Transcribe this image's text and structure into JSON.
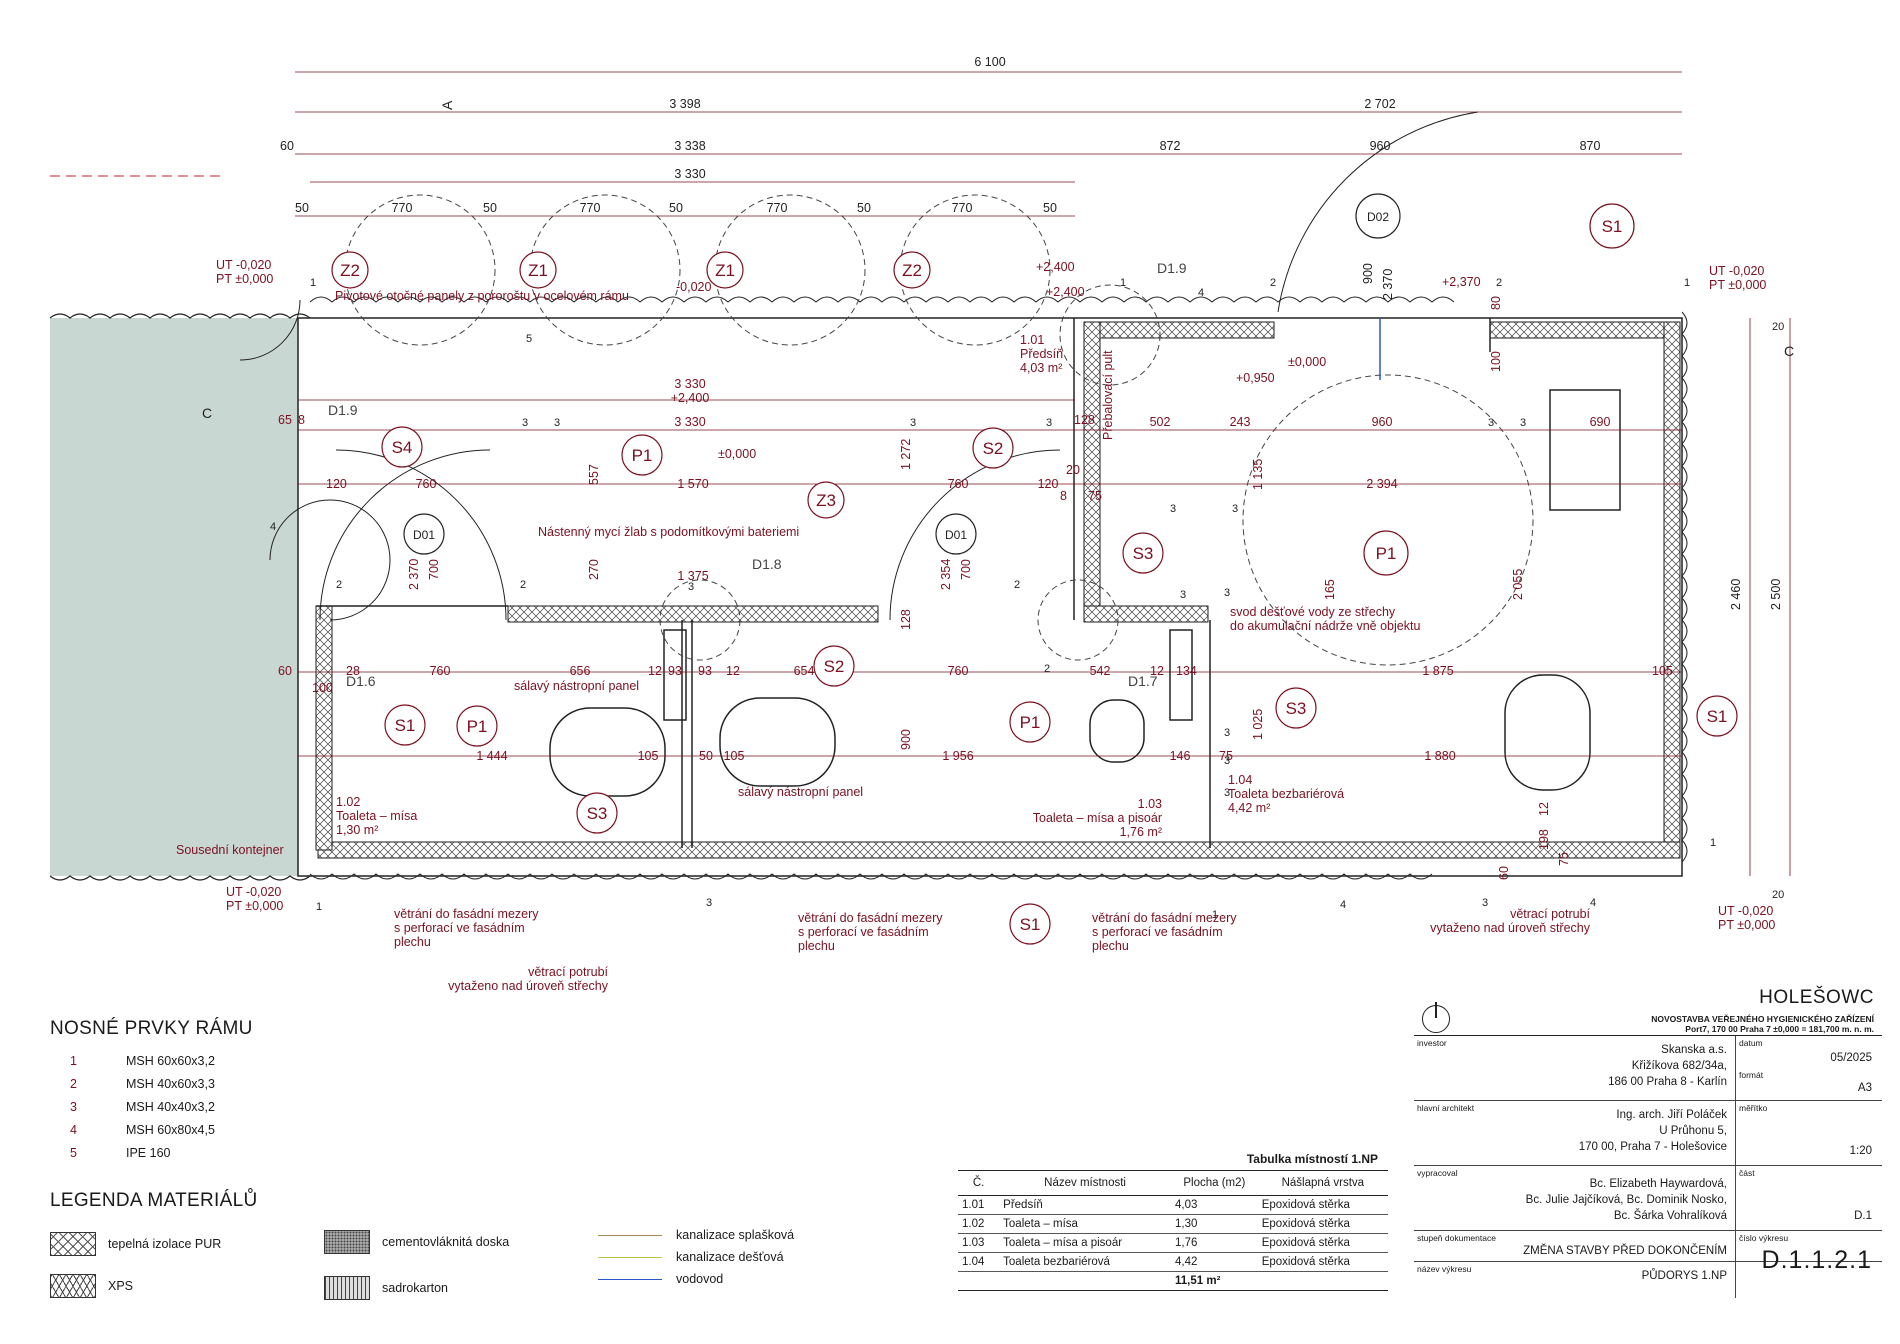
{
  "dimensions": {
    "overall": "6 100",
    "top_left": "3 398",
    "top_right": "2 702",
    "sixty": "60",
    "row2": [
      "3 338",
      "872",
      "960",
      "870"
    ],
    "row3": "3 330",
    "row4": [
      "50",
      "770",
      "50",
      "770",
      "50",
      "770",
      "50",
      "770",
      "50"
    ],
    "right_side": [
      "20",
      "2 460",
      "2 500",
      "20"
    ],
    "door_d02": [
      "900",
      "2 370"
    ],
    "inner": {
      "d_3330_a": "3 330",
      "d_2400": "+2,400",
      "d_3330_b": "3 330",
      "d_120a": "120",
      "d_760a": "760",
      "d_1570": "1 570",
      "d_760b": "760",
      "d_120b": "120",
      "d_557": "557",
      "d_1272": "1 272",
      "d_270": "270",
      "d_1375": "1 375",
      "d_700a": "700",
      "d_2370a": "2 370",
      "d_700b": "700",
      "d_2354": "2 354",
      "d_60": "60",
      "d_28": "28",
      "d_760c": "760",
      "d_656": "656",
      "d_12a": "12",
      "d_93a": "93",
      "d_93b": "93",
      "d_12b": "12",
      "d_654": "654",
      "d_760d": "760",
      "d_542": "542",
      "d_12c": "12",
      "d_134": "134",
      "d_100": "100",
      "d_1444": "1 444",
      "d_105a": "105",
      "d_50a": "50",
      "d_105b": "105",
      "d_1956": "1 956",
      "d_146": "146",
      "d_75": "75",
      "d_1880": "1 880",
      "d_105c": "105",
      "d_900": "900",
      "d_128a": "128",
      "d_502": "502",
      "d_243": "243",
      "d_960": "960",
      "d_690": "690",
      "d_2394": "2 394",
      "d_1135": "1 135",
      "d_165": "165",
      "d_2055": "2 055",
      "d_1025": "1 025",
      "d_1875": "1 875",
      "d_100b": "100",
      "d_80": "80",
      "d_128b": "128",
      "d_65": "65",
      "d_8": "8",
      "d_20": "20",
      "d_8b": "8",
      "d_75b": "75",
      "d_198": "198",
      "d_12d": "12",
      "d_60b": "60",
      "d_75c": "75"
    }
  },
  "heights": {
    "ut_tl": "UT -0,020",
    "pt_tl": "PT ±0,000",
    "ut_tr": "UT -0,020",
    "pt_tr": "PT ±0,000",
    "ut_bl": "UT -0,020",
    "pt_bl": "PT ±0,000",
    "ut_br": "UT -0,020",
    "pt_br": "PT ±0,000",
    "h_m020": "-0,020",
    "h_2400a": "+2,400",
    "h_2400b": "+2,400",
    "h_2370": "+2,370",
    "h_000a": "±0,000",
    "h_000b": "±0,000",
    "h_950": "+0,950"
  },
  "tags": {
    "Z2a": "Z2",
    "Z1a": "Z1",
    "Z1b": "Z1",
    "Z2b": "Z2",
    "Z3": "Z3",
    "S1a": "S1",
    "S1b": "S1",
    "S1c": "S1",
    "S1d": "S1",
    "S2a": "S2",
    "S2b": "S2",
    "S3a": "S3",
    "S3b": "S3",
    "S3c": "S3",
    "S4": "S4",
    "P1a": "P1",
    "P1b": "P1",
    "P1c": "P1",
    "P1d": "P1",
    "D01a": "D01",
    "D01b": "D01",
    "D02": "D02",
    "D19a": "D1.9",
    "D19b": "D1.9",
    "D18": "D1.8",
    "D16": "D1.6",
    "D17": "D1.7",
    "A": "A",
    "Ca": "C",
    "Cb": "C"
  },
  "frame_numbers": [
    "1",
    "1",
    "1",
    "1",
    "1",
    "1",
    "2",
    "2",
    "2",
    "2",
    "2",
    "2",
    "3",
    "3",
    "3",
    "3",
    "3",
    "3",
    "3",
    "3",
    "3",
    "3",
    "3",
    "3",
    "3",
    "3",
    "3",
    "3",
    "4",
    "4",
    "4",
    "4",
    "5"
  ],
  "notes": {
    "pivot": "Pivotové otočné panely z pororoštu v ocelovém rámu",
    "sink": "Nástenný mycí žlab s podomítkovými bateriemi",
    "panel1": "sálavý nástropní panel",
    "panel2": "sálavý nástropní panel",
    "counter": "Přebalovací pult",
    "drain1": "svod dešťové vody ze střechy",
    "drain2": "do akumulační nádrže vně objektu",
    "neighbor": "Sousední kontejner",
    "vent1a": "větrání do fasádní mezery",
    "vent1b": "s perforací ve fasádním",
    "vent1c": "plechu",
    "vent2a": "větrání do fasádní mezery",
    "vent2b": "s perforací ve fasádním",
    "vent2c": "plechu",
    "vent3a": "větrání do fasádní mezery",
    "vent3b": "s perforací ve fasádním",
    "vent3c": "plechu",
    "pipe1a": "větrací potrubí",
    "pipe1b": "vytaženo nad úroveň střechy",
    "pipe2a": "větrací potrubí",
    "pipe2b": "vytaženo nad úroveň střechy"
  },
  "rooms_plan": {
    "r101_no": "1.01",
    "r101_name": "Předsíň",
    "r101_area": "4,03 m²",
    "r102_no": "1.02",
    "r102_name": "Toaleta – mísa",
    "r102_area": "1,30 m²",
    "r103_no": "1.03",
    "r103_name": "Toaleta – mísa a pisoár",
    "r103_area": "1,76 m²",
    "r104_no": "1.04",
    "r104_name": "Toaleta bezbariérová",
    "r104_area": "4,42 m²"
  },
  "frame_legend": {
    "title": "NOSNÉ PRVKY RÁMU",
    "items": [
      {
        "n": "1",
        "label": "MSH 60x60x3,2"
      },
      {
        "n": "2",
        "label": "MSH 40x60x3,3"
      },
      {
        "n": "3",
        "label": "MSH 40x40x3,2"
      },
      {
        "n": "4",
        "label": "MSH 60x80x4,5"
      },
      {
        "n": "5",
        "label": "IPE 160"
      }
    ]
  },
  "material_legend": {
    "title": "LEGENDA MATERIÁLŮ",
    "pur": "tepelná izolace PUR",
    "xps": "XPS",
    "cement": "cementovláknitá doska",
    "sdk": "sadrokarton",
    "sewer": "kanalizace splašková",
    "rain": "kanalizace dešťová",
    "water": "vodovod",
    "colors": {
      "sewer": "#a88a4a",
      "rain": "#b9c34a",
      "water": "#2b55c9"
    }
  },
  "room_table": {
    "caption": "Tabulka místností 1.NP",
    "headers": [
      "Č.",
      "Název místnosti",
      "Plocha (m2)",
      "Nášlapná vrstva"
    ],
    "rows": [
      [
        "1.01",
        "Předsíň",
        "4,03",
        "Epoxidová stěrka"
      ],
      [
        "1.02",
        "Toaleta – mísa",
        "1,30",
        "Epoxidová stěrka"
      ],
      [
        "1.03",
        "Toaleta – mísa a pisoár",
        "1,76",
        "Epoxidová stěrka"
      ],
      [
        "1.04",
        "Toaleta bezbariérová",
        "4,42",
        "Epoxidová stěrka"
      ]
    ],
    "total": "11,51 m²"
  },
  "title_block": {
    "name": "HOLEŠOWC",
    "sub1": "NOVOSTAVBA VEŘEJNÉHO HYGIENICKÉHO ZAŘÍZENÍ",
    "sub2": "Port7, 170 00 Praha 7        ±0,000 = 181,700 m. n. m.",
    "investor_label": "investor",
    "investor": [
      "Skanska a.s.",
      "Křižíkova 682/34a,",
      "186 00 Praha 8 - Karlín"
    ],
    "date_label": "datum",
    "date": "05/2025",
    "format_label": "formát",
    "format": "A3",
    "architect_label": "hlavní architekt",
    "architect": [
      "Ing. arch. Jiří Poláček",
      "U Průhonu 5,",
      "170 00, Praha 7 - Holešovice"
    ],
    "scale_label": "měřítko",
    "scale": "1:20",
    "authors_label": "vypracoval",
    "authors": [
      "Bc. Elizabeth Haywardová,",
      "Bc. Julie Jajčíková, Bc. Dominik Nosko,",
      "Bc. Šárka Vohralíková"
    ],
    "part_label": "část",
    "part": "D.1",
    "stage_label": "stupeň dokumentace",
    "stage": "ZMĚNA STAVBY PŘED DOKONČENÍM",
    "drawing_label": "název výkresu",
    "drawing": "PŮDORYS 1.NP",
    "number_label": "číslo výkresu",
    "number": "D.1.1.2.1"
  },
  "colors": {
    "line": "#7a1020",
    "wall": "#222222",
    "neighbor": "#c9d7d3"
  }
}
